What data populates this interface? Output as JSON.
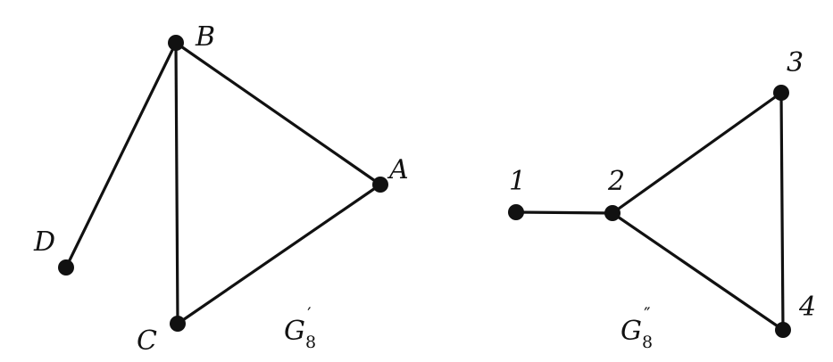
{
  "graphs": [
    {
      "name_letter": "G",
      "name_subscript": "8",
      "name_prime": "′",
      "vertices": [
        "A",
        "B",
        "C",
        "D"
      ],
      "edges": [
        [
          "B",
          "A"
        ],
        [
          "B",
          "C"
        ],
        [
          "B",
          "D"
        ],
        [
          "C",
          "A"
        ]
      ]
    },
    {
      "name_letter": "G",
      "name_subscript": "8",
      "name_prime": "″",
      "vertices": [
        "1",
        "2",
        "3",
        "4"
      ],
      "edges": [
        [
          "1",
          "2"
        ],
        [
          "2",
          "3"
        ],
        [
          "2",
          "4"
        ],
        [
          "3",
          "4"
        ]
      ]
    }
  ],
  "colors": {
    "ink": "#111111",
    "background": "#ffffff"
  }
}
